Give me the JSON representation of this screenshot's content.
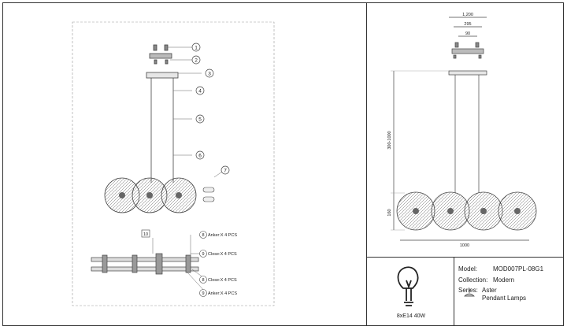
{
  "callouts": [
    "1",
    "2",
    "3",
    "4",
    "5",
    "6",
    "7"
  ],
  "assembly_labels": {
    "ten": "10",
    "eight_top": "8",
    "nine_top": "9",
    "eight_bottom": "8",
    "nine_bottom": "9",
    "label_a_top": "Anker:X 4 PCS",
    "label_b_top": "Close:X 4 PCS",
    "label_c_bottom": "Close:X 4 PCS",
    "label_d_bottom": "Anker:X 4 PCS"
  },
  "dimensions": {
    "top1": "1,200",
    "top2": "295",
    "top3": "90",
    "height_range": "300-1000",
    "shade_height": "160",
    "width": "1000"
  },
  "info": {
    "model_label": "Model:",
    "model_value": "MOD007PL-08G1",
    "collection_label": "Collection:",
    "collection_value": "Modern",
    "series_label": "Series:",
    "series_value": "Aster",
    "category": "Pendant Lamps",
    "bulb_spec": "8xE14 40W"
  },
  "colors": {
    "line": "#444444",
    "frame": "#333333"
  },
  "icons": [
    "lightbulb-icon",
    "pendant-lamp-icon"
  ]
}
